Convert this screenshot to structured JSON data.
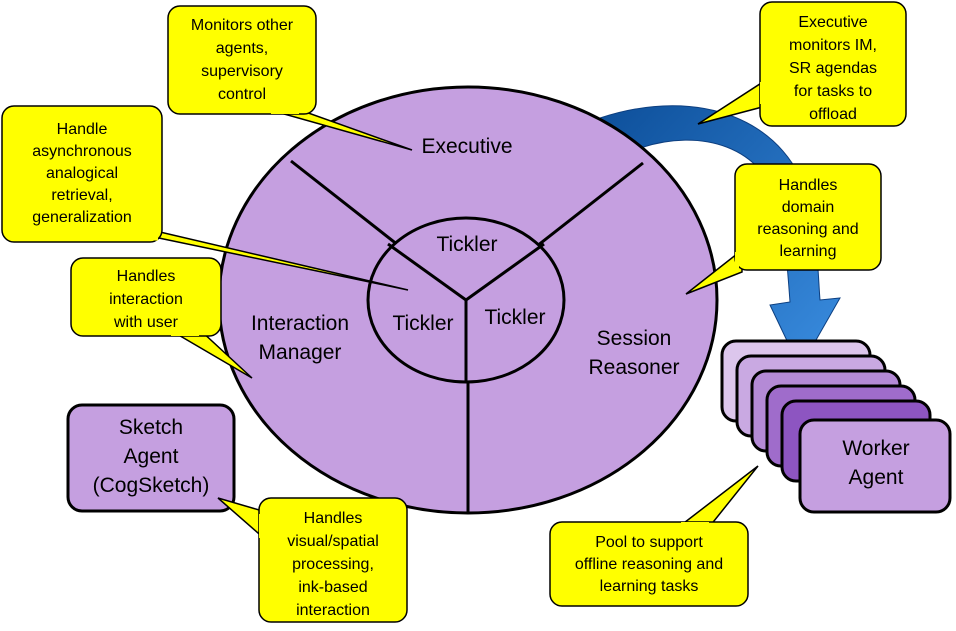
{
  "main_circle": {
    "executive": "Executive",
    "interaction_manager": [
      "Interaction",
      "Manager"
    ],
    "session_reasoner": [
      "Session",
      "Reasoner"
    ]
  },
  "inner_circle": {
    "tickler_top": "Tickler",
    "tickler_left": "Tickler",
    "tickler_right": "Tickler"
  },
  "sketch_agent": [
    "Sketch",
    "Agent",
    "(CogSketch)"
  ],
  "worker_agent": [
    "Worker",
    "Agent"
  ],
  "callouts": {
    "monitors": [
      "Monitors other",
      "agents,",
      "supervisory",
      "control"
    ],
    "analogical": [
      "Handle",
      "asynchronous",
      "analogical",
      "retrieval,",
      "generalization"
    ],
    "interaction": [
      "Handles",
      "interaction",
      "with user"
    ],
    "executive_monitors": [
      "Executive",
      "monitors IM,",
      "SR agendas",
      "for tasks to",
      "offload"
    ],
    "domain": [
      "Handles",
      "domain",
      "reasoning and",
      "learning"
    ],
    "visual": [
      "Handles",
      "visual/spatial",
      "processing,",
      "ink-based",
      "interaction"
    ],
    "pool": [
      "Pool to support",
      "offline reasoning and",
      "learning tasks"
    ]
  },
  "colors": {
    "purple_fill": "#c59fe0",
    "callout_fill": "#ffff00",
    "arrow_blue": "#1f6fc3",
    "stroke": "#000000"
  }
}
